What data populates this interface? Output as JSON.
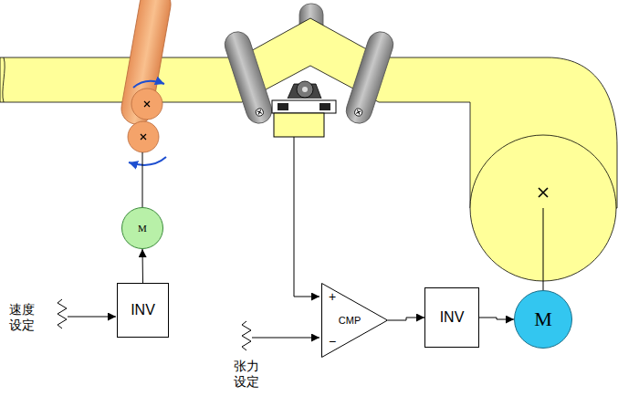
{
  "diagram": {
    "nodes": [
      {
        "text": [
          "M"
        ]
      },
      {
        "text": [
          "INV"
        ]
      },
      {
        "text": [
          "+",
          "CMP",
          "−"
        ]
      },
      {
        "text": [
          "INV"
        ]
      },
      {
        "text": [
          "M"
        ]
      }
    ],
    "edges": [
      {
        "from": 1,
        "to": 0,
        "arrow": "to"
      },
      {
        "from": 2,
        "to": 3,
        "arrow": "to"
      },
      {
        "from": 3,
        "to": 4,
        "arrow": "to"
      }
    ],
    "labels": [
      "速度 设定",
      "张力 设定"
    ]
  }
}
